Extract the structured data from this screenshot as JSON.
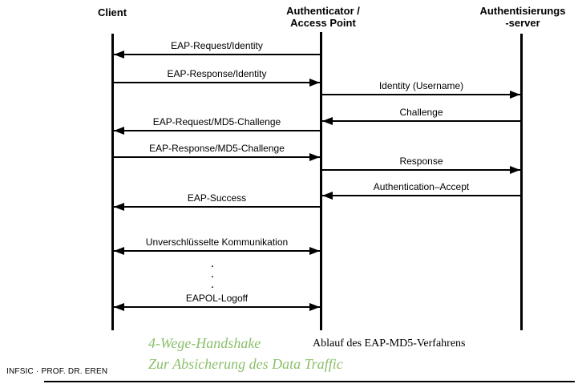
{
  "diagram": {
    "actors": {
      "client": {
        "label": "Client"
      },
      "authenticator": {
        "label_line1": "Authenticator /",
        "label_line2": "Access Point"
      },
      "server": {
        "label_line1": "Authentisierungs",
        "label_line2": "-server"
      }
    },
    "messages": [
      {
        "label": "EAP-Request/Identity",
        "from": "authenticator",
        "to": "client"
      },
      {
        "label": "EAP-Response/Identity",
        "from": "client",
        "to": "authenticator"
      },
      {
        "label": "Identity (Username)",
        "from": "authenticator",
        "to": "server"
      },
      {
        "label": "Challenge",
        "from": "server",
        "to": "authenticator"
      },
      {
        "label": "EAP-Request/MD5-Challenge",
        "from": "authenticator",
        "to": "client"
      },
      {
        "label": "EAP-Response/MD5-Challenge",
        "from": "client",
        "to": "authenticator"
      },
      {
        "label": "Response",
        "from": "authenticator",
        "to": "server"
      },
      {
        "label": "Authentication–Accept",
        "from": "server",
        "to": "authenticator"
      },
      {
        "label": "EAP-Success",
        "from": "authenticator",
        "to": "client"
      },
      {
        "label": "Unverschlüsselte Kommunikation",
        "from": "client",
        "to": "authenticator",
        "bidirectional": true
      },
      {
        "label": "EAPOL-Logoff",
        "from": "client",
        "to": "authenticator",
        "bidirectional": true
      }
    ],
    "ellipsis": ".\n.\n.",
    "captions": {
      "green_line1": "4-Wege-Handshake",
      "green_line2": "Zur Absicherung des Data Traffic",
      "black_caption": "Ablauf des EAP-MD5-Verfahrens"
    },
    "footer": "INFSIC · PROF. DR. EREN",
    "colors": {
      "green_caption": "#8abf6a",
      "line": "#000000"
    }
  }
}
